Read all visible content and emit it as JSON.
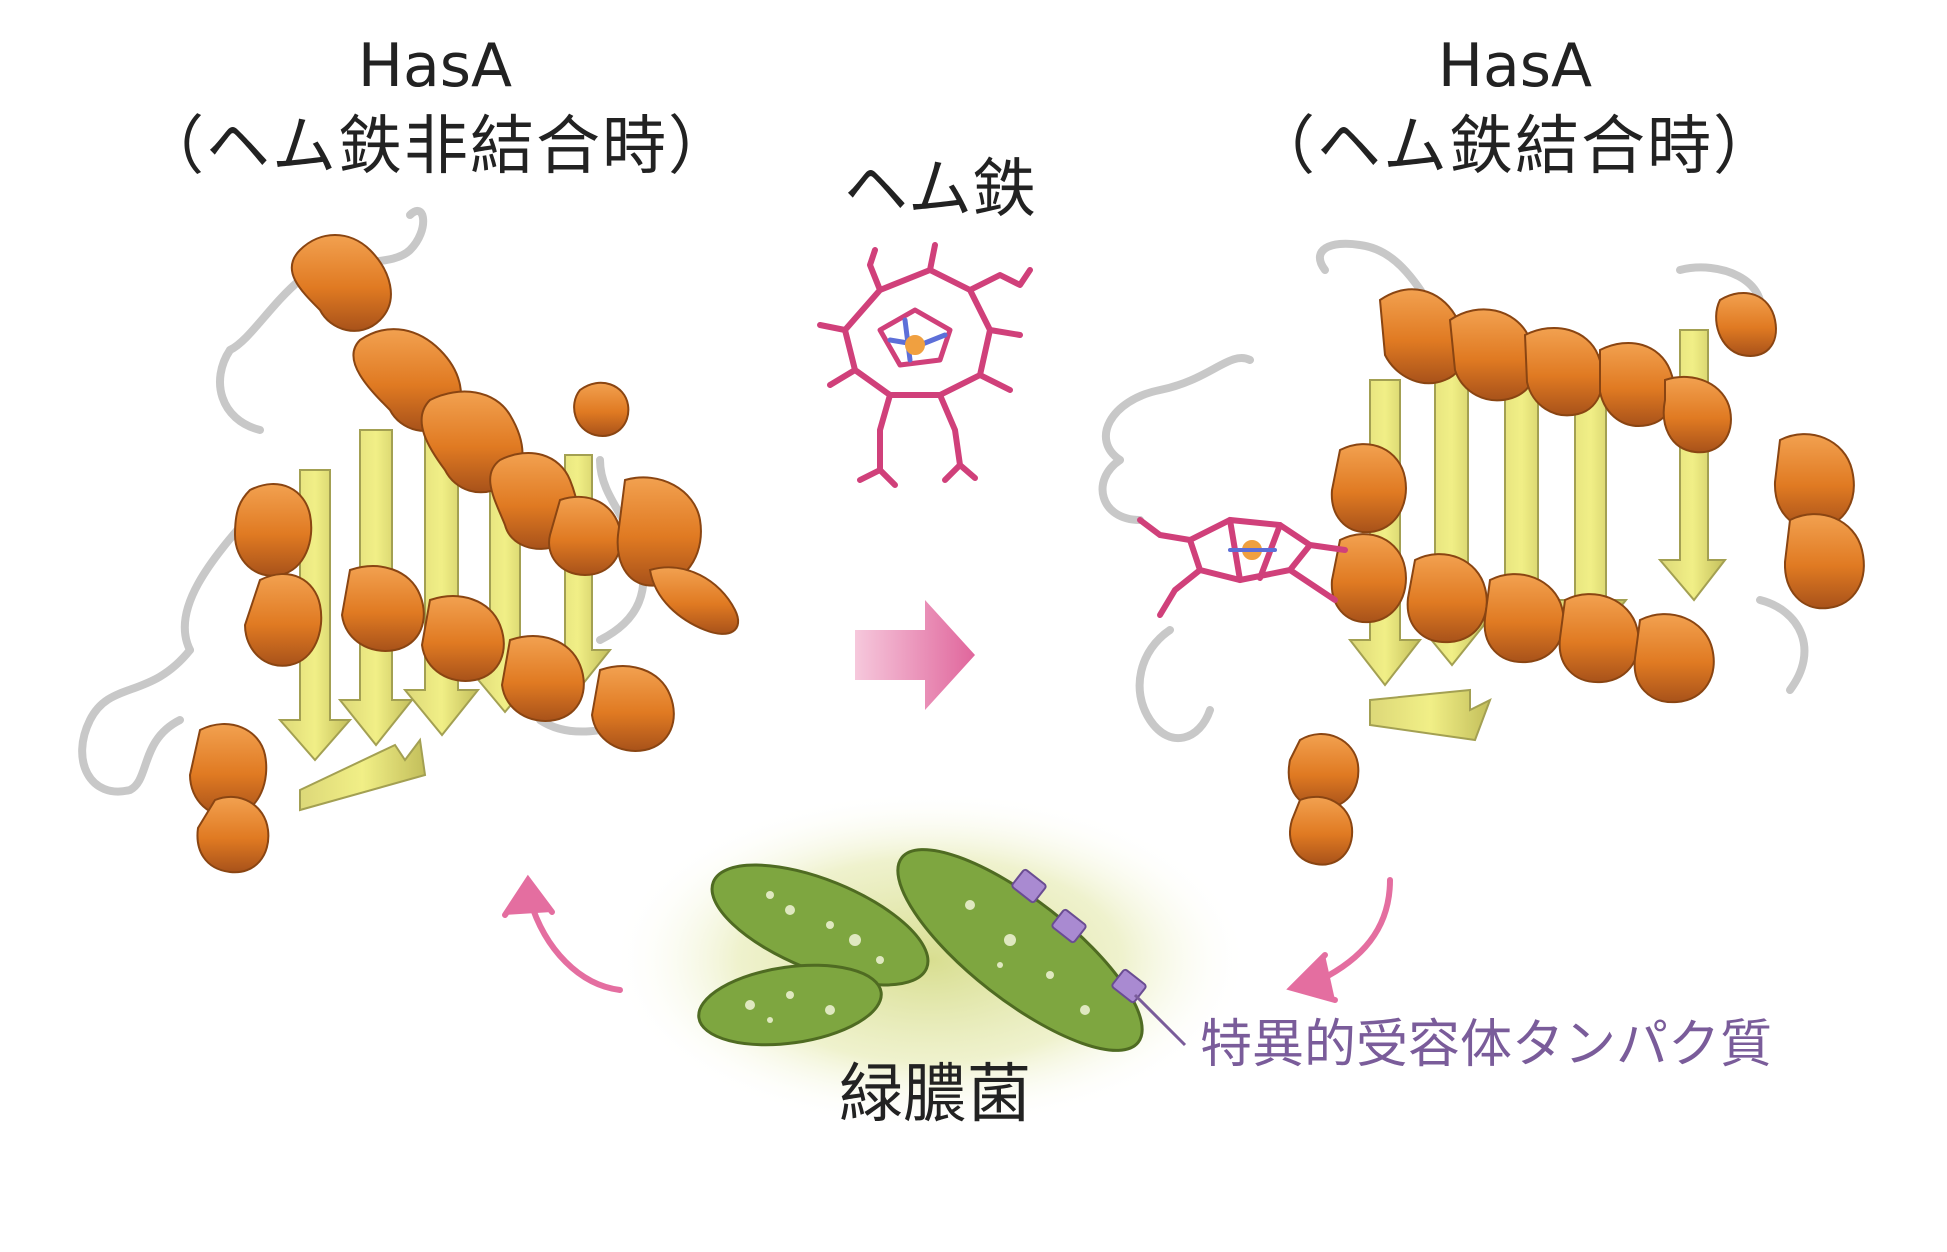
{
  "labels": {
    "left_title": "HasA",
    "left_subtitle": "（ヘム鉄非結合時）",
    "right_title": "HasA",
    "right_subtitle": "（ヘム鉄結合時）",
    "heme": "ヘム鉄",
    "bacteria": "緑膿菌",
    "receptor": "特異的受容体タンパク質"
  },
  "colors": {
    "helix": "#e07a22",
    "sheet": "#e8e84a",
    "loop": "#c8c8c8",
    "heme": "#d0407a",
    "bacterium": "#7ea640",
    "receptor": "#a98ad1",
    "arrow": "#e46ea0"
  }
}
